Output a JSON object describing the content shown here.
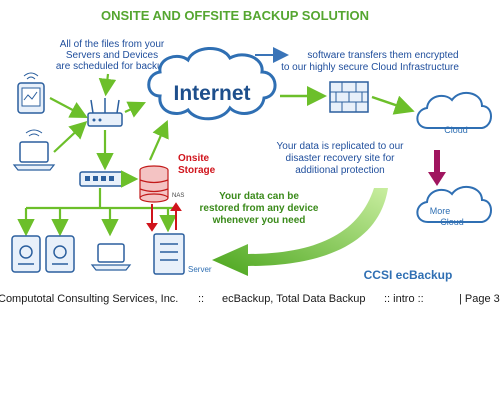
{
  "diagram": {
    "title": "ONSITE AND OFFSITE BACKUP SOLUTION",
    "left_text": [
      "All of the files from your",
      "Servers and Devices",
      "are scheduled for backup"
    ],
    "right_text": [
      "software transfers them encrypted",
      "to our highly secure Cloud Infrastructure"
    ],
    "internet_label": "Internet",
    "cloud_label": "Cloud",
    "more_cloud_label": [
      "More",
      "Cloud"
    ],
    "replicated_text": [
      "Your data is replicated to our",
      "disaster recovery site for",
      "additional protection"
    ],
    "onsite_label": [
      "Onsite",
      "Storage"
    ],
    "nas_label": "NAS",
    "restore_text": [
      "Your data can be",
      "restored from any device",
      "whenever you need"
    ],
    "server_label": "Server",
    "brand": "CCSI ecBackup"
  },
  "footer": {
    "company": "Computotal Consulting Services, Inc.",
    "sep1": "::",
    "product": "ecBackup, Total Data Backup",
    "sep2": ":: intro ::",
    "page": "| Page 3"
  },
  "colors": {
    "title_green": "#55a630",
    "text_blue": "#1f4e9c",
    "cloud_blue": "#2f6fb3",
    "arrow_green": "#6cbf2a",
    "onsite_red": "#d0141c",
    "magenta": "#a0155f"
  }
}
